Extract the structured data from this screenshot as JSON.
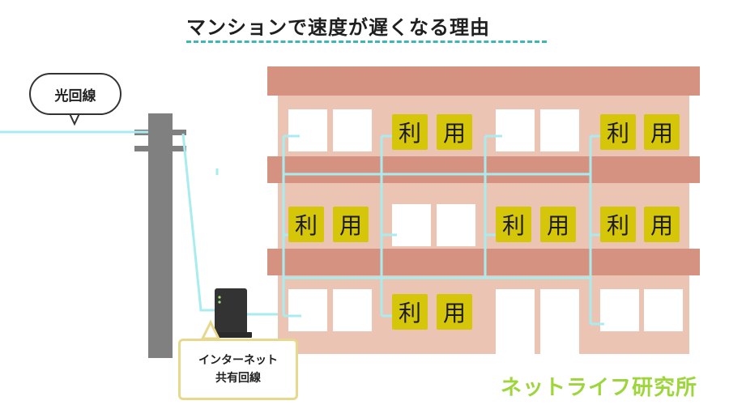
{
  "title": "マンションで速度が遅くなる理由",
  "fiber_label": "光回線",
  "shared_line_label": {
    "line1": "インターネット",
    "line2": "共有回線"
  },
  "usage_label": "利用",
  "usage_chars": [
    "利",
    "用"
  ],
  "logo_text": "ネットライフ研究所",
  "colors": {
    "building_band": "#d69280",
    "building_wall": "#ecc4b3",
    "window": "#ffffff",
    "usage_highlight": "#d6c60a",
    "cable": "#a9ecf0",
    "pole": "#808080",
    "title_underline": "#3fb6b0",
    "tag_border": "#e8d88c",
    "logo": "#9cd63a"
  }
}
